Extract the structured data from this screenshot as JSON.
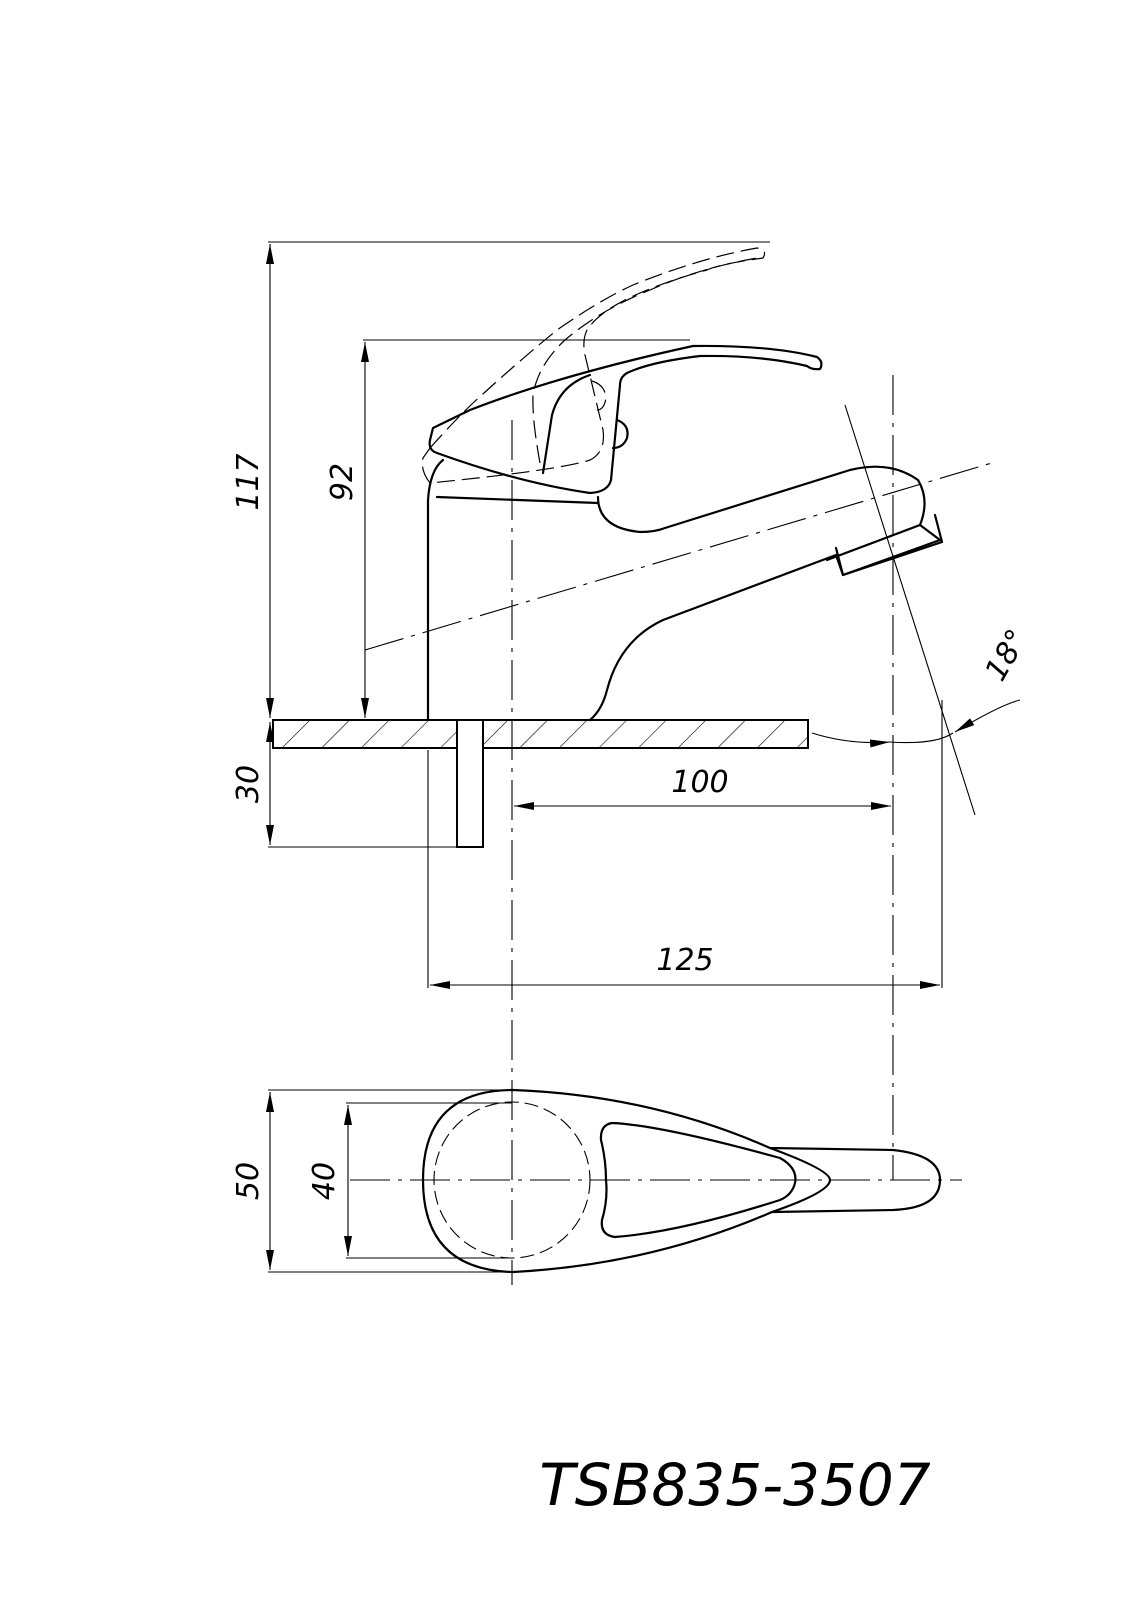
{
  "drawing": {
    "title": "TSB835-3507",
    "dimensions": {
      "total_height": "117",
      "body_height": "92",
      "pipe_length": "30",
      "spout_reach_axis": "100",
      "spout_reach_total": "125",
      "spout_angle": "18°",
      "top_view_width": "50",
      "top_view_base_diameter": "40"
    }
  }
}
